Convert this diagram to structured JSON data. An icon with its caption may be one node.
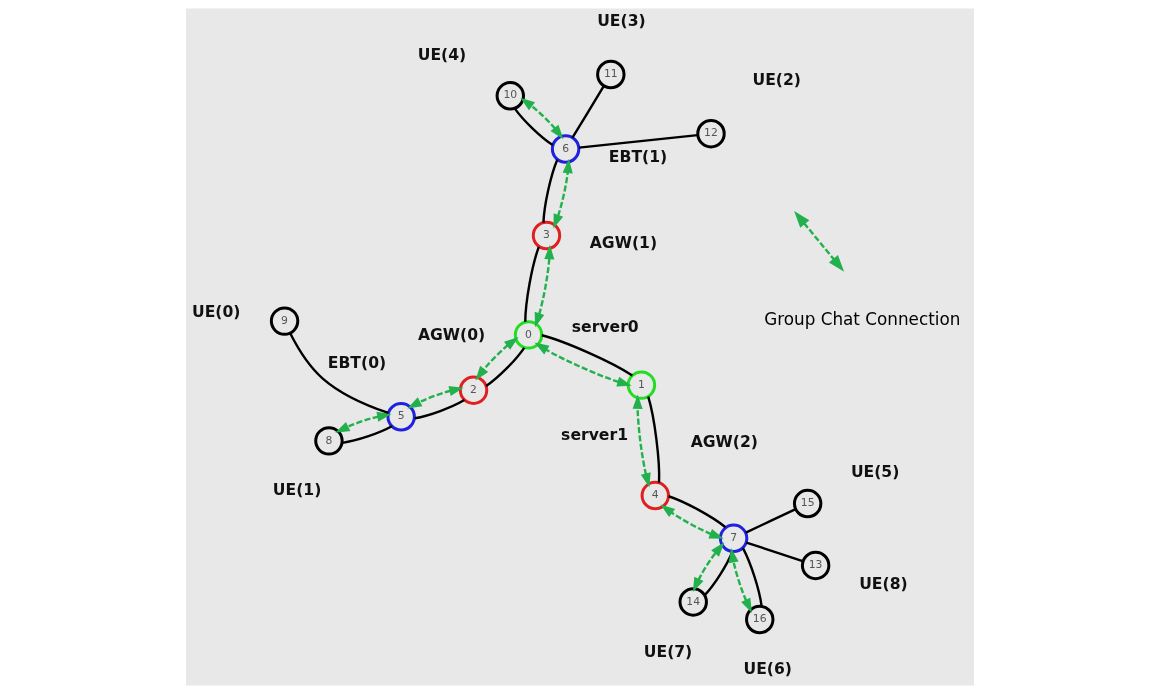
{
  "diagram": {
    "nodes": [
      {
        "text": [
          "0"
        ],
        "beside": [
          "server0"
        ]
      },
      {
        "text": [
          "1"
        ],
        "beside": [
          "server1"
        ]
      },
      {
        "text": [
          "2"
        ],
        "beside": [
          "AGW(0)"
        ]
      },
      {
        "text": [
          "3"
        ],
        "beside": [
          "AGW(1)"
        ]
      },
      {
        "text": [
          "4"
        ],
        "beside": [
          "AGW(2)"
        ]
      },
      {
        "text": [
          "5"
        ],
        "beside": [
          "EBT(0)"
        ]
      },
      {
        "text": [
          "6"
        ],
        "beside": [
          "EBT(1)"
        ]
      },
      {
        "text": [
          "7"
        ]
      },
      {
        "text": [
          "8"
        ],
        "beside": [
          "UE(1)"
        ]
      },
      {
        "text": [
          "9"
        ],
        "beside": [
          "UE(0)"
        ]
      },
      {
        "text": [
          "10"
        ],
        "beside": [
          "UE(4)"
        ]
      },
      {
        "text": [
          "11"
        ],
        "beside": [
          "UE(3)"
        ]
      },
      {
        "text": [
          "12"
        ],
        "beside": [
          "UE(2)"
        ]
      },
      {
        "text": [
          "13"
        ],
        "beside": [
          "UE(8)"
        ]
      },
      {
        "text": [
          "14"
        ],
        "beside": [
          "UE(7)"
        ]
      },
      {
        "text": [
          "15"
        ],
        "beside": [
          "UE(5)"
        ]
      },
      {
        "text": [
          "16"
        ],
        "beside": [
          "UE(6)"
        ]
      }
    ],
    "edges": [
      {
        "from": 0,
        "to": 1,
        "arrow": "none"
      },
      {
        "from": 1,
        "to": 4,
        "arrow": "none"
      },
      {
        "from": 4,
        "to": 7,
        "arrow": "none"
      },
      {
        "from": 7,
        "to": 16,
        "arrow": "none"
      },
      {
        "from": 7,
        "to": 15,
        "arrow": "none"
      },
      {
        "from": 7,
        "to": 14,
        "arrow": "none"
      },
      {
        "from": 7,
        "to": 13,
        "arrow": "none"
      },
      {
        "from": 0,
        "to": 3,
        "arrow": "none"
      },
      {
        "from": 3,
        "to": 6,
        "arrow": "none"
      },
      {
        "from": 6,
        "to": 10,
        "arrow": "none"
      },
      {
        "from": 6,
        "to": 11,
        "arrow": "none"
      },
      {
        "from": 6,
        "to": 12,
        "arrow": "none"
      },
      {
        "from": 0,
        "to": 2,
        "arrow": "none"
      },
      {
        "from": 2,
        "to": 5,
        "arrow": "none"
      },
      {
        "from": 5,
        "to": 8,
        "arrow": "none"
      },
      {
        "from": 5,
        "to": 9,
        "arrow": "none"
      },
      {
        "from": 16,
        "to": 7,
        "arrow": "both",
        "style": "dashed",
        "color": "#22b14c"
      },
      {
        "from": 14,
        "to": 7,
        "arrow": "both",
        "style": "dashed",
        "color": "#22b14c"
      },
      {
        "from": 7,
        "to": 4,
        "arrow": "both",
        "style": "dashed",
        "color": "#22b14c"
      },
      {
        "from": 4,
        "to": 1,
        "arrow": "both",
        "style": "dashed",
        "color": "#22b14c"
      },
      {
        "from": 1,
        "to": 0,
        "arrow": "both",
        "style": "dashed",
        "color": "#22b14c"
      },
      {
        "from": 0,
        "to": 3,
        "arrow": "both",
        "style": "dashed",
        "color": "#22b14c"
      },
      {
        "from": 3,
        "to": 6,
        "arrow": "both",
        "style": "dashed",
        "color": "#22b14c"
      },
      {
        "from": 6,
        "to": 10,
        "arrow": "both",
        "style": "dashed",
        "color": "#22b14c"
      },
      {
        "from": 0,
        "to": 2,
        "arrow": "both",
        "style": "dashed",
        "color": "#22b14c"
      },
      {
        "from": 2,
        "to": 5,
        "arrow": "both",
        "style": "dashed",
        "color": "#22b14c"
      },
      {
        "from": 5,
        "to": 8,
        "arrow": "both",
        "style": "dashed",
        "color": "#22b14c"
      }
    ],
    "legend": [
      {
        "text": "Group Chat Connection"
      }
    ]
  }
}
